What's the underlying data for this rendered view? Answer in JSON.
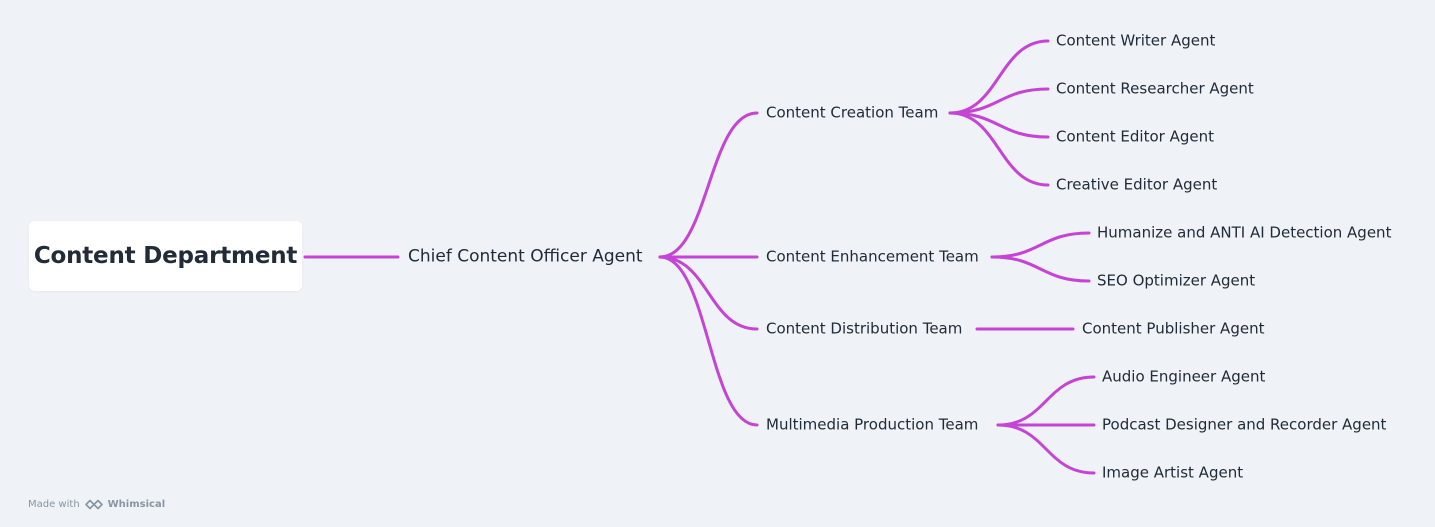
{
  "diagram": {
    "root": "Content Department",
    "officer": "Chief Content Officer Agent",
    "teams": [
      {
        "name": "Content Creation Team",
        "agents": [
          "Content Writer Agent",
          "Content Researcher Agent",
          "Content Editor Agent",
          "Creative Editor Agent"
        ]
      },
      {
        "name": "Content Enhancement Team",
        "agents": [
          "Humanize and ANTI AI Detection Agent",
          "SEO Optimizer Agent"
        ]
      },
      {
        "name": "Content Distribution Team",
        "agents": [
          "Content Publisher Agent"
        ]
      },
      {
        "name": "Multimedia Production Team",
        "agents": [
          "Audio Engineer Agent",
          "Podcast Designer and Recorder Agent",
          "Image Artist Agent"
        ]
      }
    ],
    "line_color": "#c544d6"
  },
  "footer": {
    "made_with": "Made with",
    "brand": "Whimsical",
    "logo_icon": "whimsical-logo-icon"
  }
}
